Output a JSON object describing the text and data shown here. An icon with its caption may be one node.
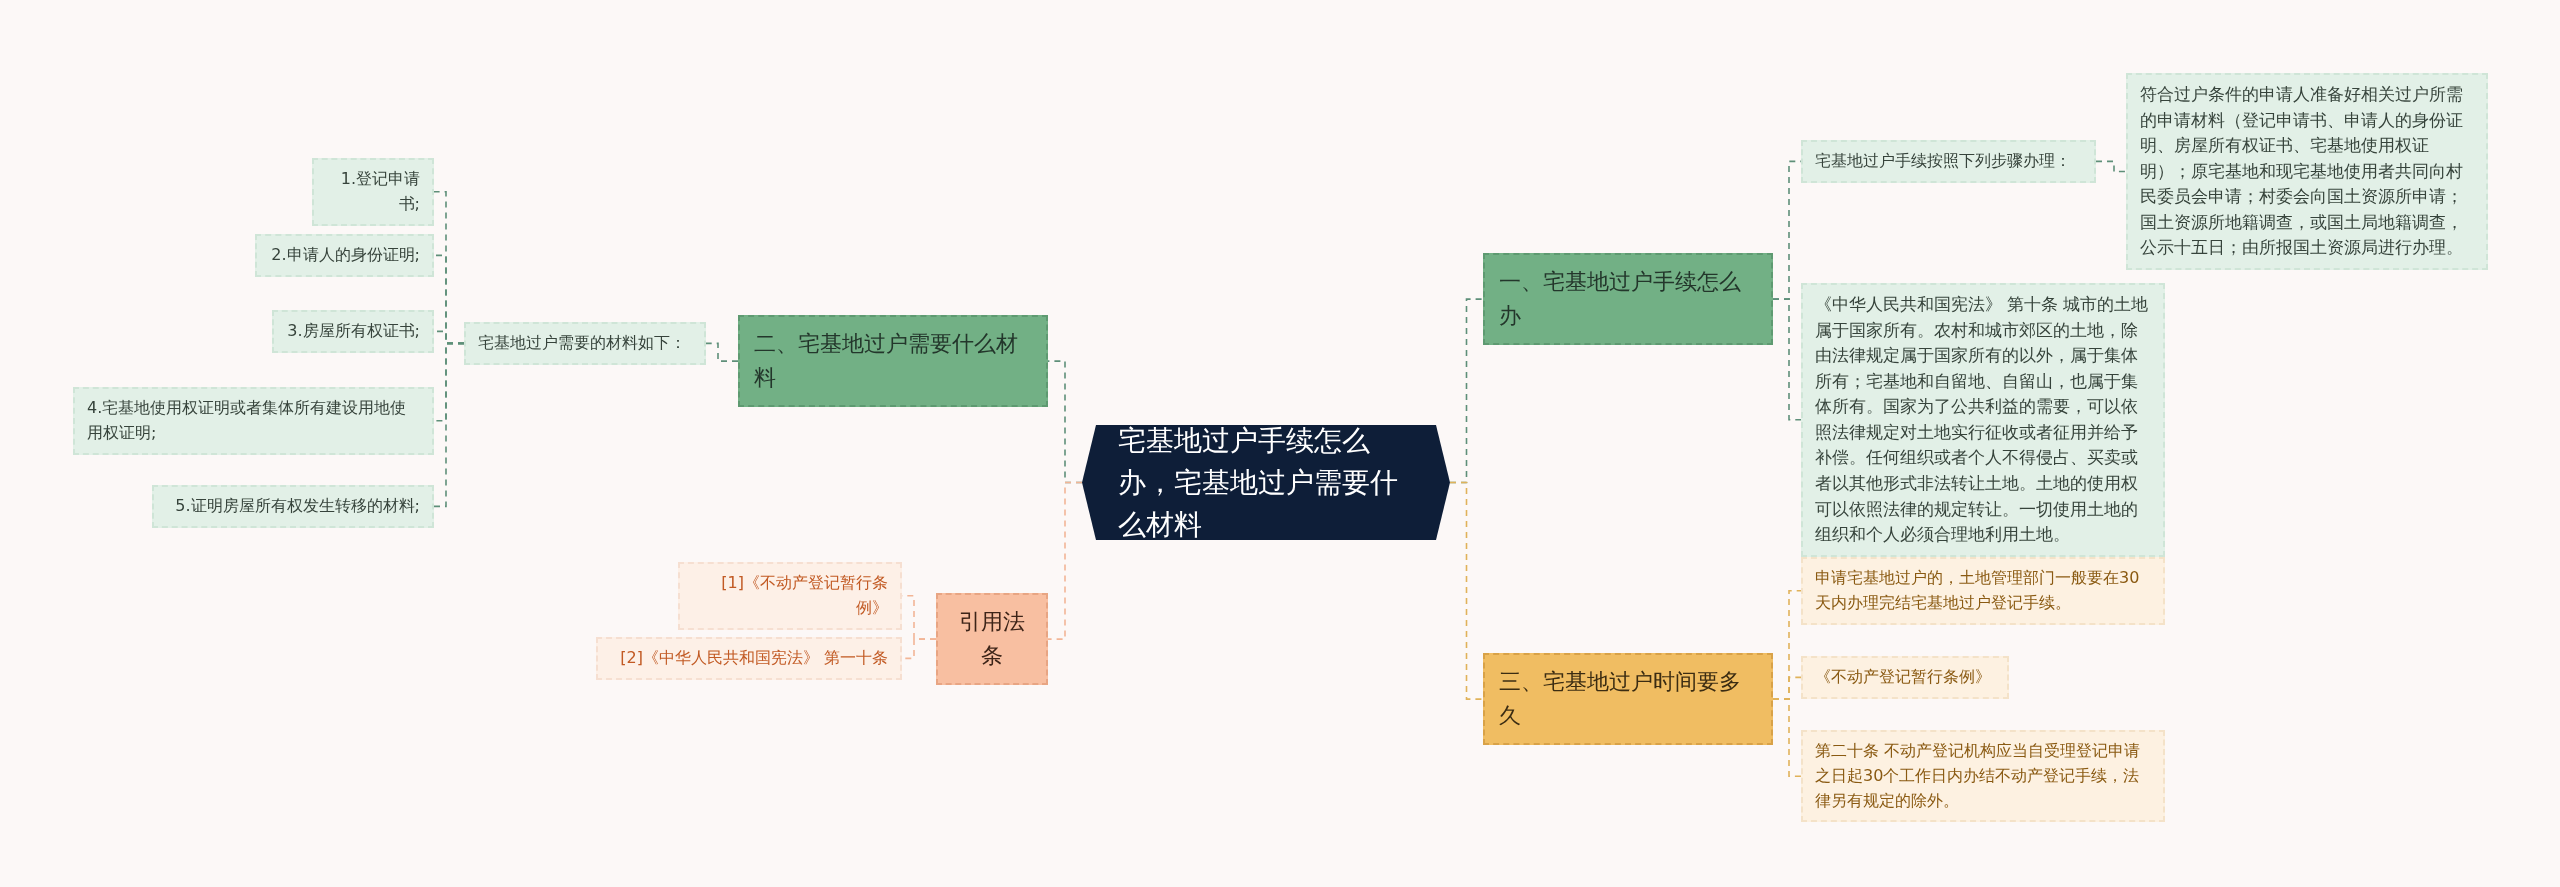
{
  "diagram": {
    "nodes": [
      {
        "text": [
          "宅基地过户手续怎么办，宅基地过户需要什么材料"
        ]
      },
      {
        "text": [
          "一、宅基地过户手续怎么办"
        ]
      },
      {
        "text": [
          "宅基地过户手续按照下列步骤办理："
        ]
      },
      {
        "text": [
          "符合过户条件的申请人准备好相关过户所需的申请材料（登记申请书、申请人的身份证明、房屋所有权证书、宅基地使用权证明）；原宅基地和现宅基地使用者共同向村民委员会申请；村委会向国土资源所申请；国土资源所地籍调查，或国土局地籍调查，公示十五日；由所报国土资源局进行办理。"
        ]
      },
      {
        "text": [
          "《中华人民共和国宪法》 第十条 城市的土地属于国家所有。农村和城市郊区的土地，除由法律规定属于国家所有的以外，属于集体所有；宅基地和自留地、自留山，也属于集体所有。国家为了公共利益的需要，可以依照法律规定对土地实行征收或者征用并给予补偿。任何组织或者个人不得侵占、买卖或者以其他形式非法转让土地。土地的使用权可以依照法律的规定转让。一切使用土地的组织和个人必须合理地利用土地。"
        ]
      },
      {
        "text": [
          "三、宅基地过户时间要多久"
        ]
      },
      {
        "text": [
          "申请宅基地过户的，土地管理部门一般要在30天内办理完结宅基地过户登记手续。"
        ]
      },
      {
        "text": [
          "《不动产登记暂行条例》"
        ]
      },
      {
        "text": [
          "第二十条 不动产登记机构应当自受理登记申请之日起30个工作日内办结不动产登记手续，法律另有规定的除外。"
        ]
      },
      {
        "text": [
          "二、宅基地过户需要什么材料"
        ]
      },
      {
        "text": [
          "宅基地过户需要的材料如下："
        ]
      },
      {
        "text": [
          "1.登记申请书;"
        ]
      },
      {
        "text": [
          "2.申请人的身份证明;"
        ]
      },
      {
        "text": [
          "3.房屋所有权证书;"
        ]
      },
      {
        "text": [
          "4.宅基地使用权证明或者集体所有建设用地使用权证明;"
        ]
      },
      {
        "text": [
          "5.证明房屋所有权发生转移的材料;"
        ]
      },
      {
        "text": [
          "引用法条"
        ]
      },
      {
        "text": [
          "[1]《不动产登记暂行条例》"
        ]
      },
      {
        "text": [
          "[2]《中华人民共和国宪法》 第一十条"
        ]
      }
    ],
    "edges": [
      {
        "from": 0,
        "to": 1,
        "arrow": "none",
        "style": "dashed"
      },
      {
        "from": 1,
        "to": 2,
        "arrow": "none",
        "style": "dashed"
      },
      {
        "from": 2,
        "to": 3,
        "arrow": "none",
        "style": "dashed"
      },
      {
        "from": 1,
        "to": 4,
        "arrow": "none",
        "style": "dashed"
      },
      {
        "from": 0,
        "to": 5,
        "arrow": "none",
        "style": "dashed",
        "color": "#e0b25a"
      },
      {
        "from": 5,
        "to": 6,
        "arrow": "none",
        "style": "dashed",
        "color": "#e0b25a"
      },
      {
        "from": 5,
        "to": 7,
        "arrow": "none",
        "style": "dashed",
        "color": "#e0b25a"
      },
      {
        "from": 5,
        "to": 8,
        "arrow": "none",
        "style": "dashed",
        "color": "#e0b25a"
      },
      {
        "from": 0,
        "to": 9,
        "arrow": "none",
        "style": "dashed"
      },
      {
        "from": 9,
        "to": 10,
        "arrow": "none",
        "style": "dashed"
      },
      {
        "from": 10,
        "to": 11,
        "arrow": "none",
        "style": "dashed"
      },
      {
        "from": 10,
        "to": 12,
        "arrow": "none",
        "style": "dashed"
      },
      {
        "from": 10,
        "to": 13,
        "arrow": "none",
        "style": "dashed"
      },
      {
        "from": 10,
        "to": 14,
        "arrow": "none",
        "style": "dashed"
      },
      {
        "from": 10,
        "to": 15,
        "arrow": "none",
        "style": "dashed"
      },
      {
        "from": 0,
        "to": 16,
        "arrow": "none",
        "style": "dashed",
        "color": "#f2b596"
      },
      {
        "from": 16,
        "to": 17,
        "arrow": "none",
        "style": "dashed",
        "color": "#f2b596"
      },
      {
        "from": 16,
        "to": 18,
        "arrow": "none",
        "style": "dashed",
        "color": "#f2b596"
      }
    ]
  }
}
